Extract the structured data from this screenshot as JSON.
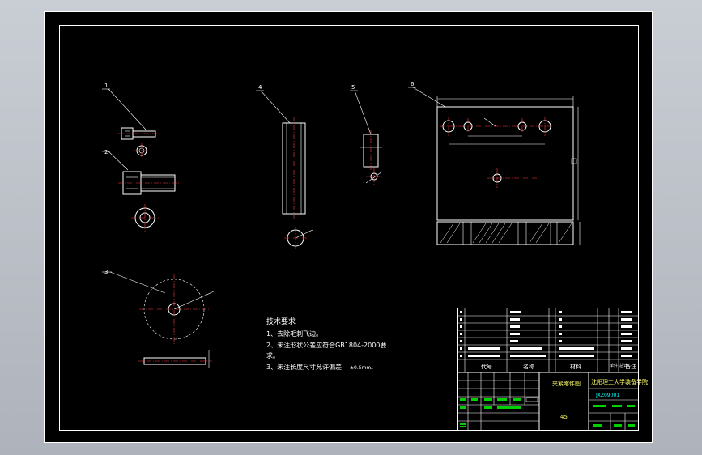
{
  "callouts": {
    "c1": "1",
    "c2": "2",
    "c3": "3",
    "c4": "4",
    "c5": "5",
    "c6": "6"
  },
  "tech": {
    "title": "技术要求",
    "line1": "1、去除毛刺飞边。",
    "line2a": "2、未注形状公差应符合GB1804-2000要",
    "line2b": "求。",
    "line3a": "3、未注长度尺寸允许偏差",
    "line3b": "±0.5mm。"
  },
  "title_block": {
    "col_code": "代号",
    "col_name": "名称",
    "col_material": "材料",
    "col_single": "单件",
    "col_total": "总计",
    "col_note": "备注",
    "drawing_name": "夹紧零件图",
    "school": "沈阳理工大学装备学院",
    "drawing_no": "JXZ09001",
    "scale_mark": "45"
  },
  "colors": {
    "background": "#000000",
    "lines": "#ffffff",
    "center": "#ff3b3b",
    "frame_green": "#00d000",
    "note_yellow": "#ffff66"
  }
}
